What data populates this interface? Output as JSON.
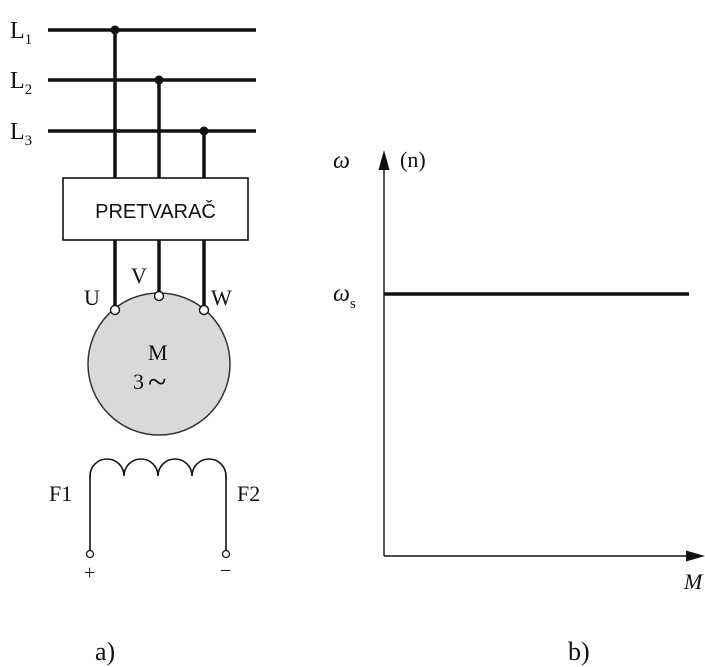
{
  "circuit": {
    "lines": [
      {
        "label": "L",
        "sub": "1"
      },
      {
        "label": "L",
        "sub": "2"
      },
      {
        "label": "L",
        "sub": "3"
      }
    ],
    "converter_label": "PRETVARAČ",
    "terminals": {
      "u": "U",
      "v": "V",
      "w": "W"
    },
    "motor": {
      "letter": "M",
      "phases": "3",
      "ac_symbol": "~"
    },
    "field": {
      "f1": "F1",
      "f2": "F2",
      "plus": "+",
      "minus": "−"
    },
    "panel_label": "a)"
  },
  "graph": {
    "y_symbol": "ω",
    "y_alt": "(n)",
    "level_symbol": "ω",
    "level_sub": "s",
    "x_label": "M",
    "panel_label": "b)"
  }
}
